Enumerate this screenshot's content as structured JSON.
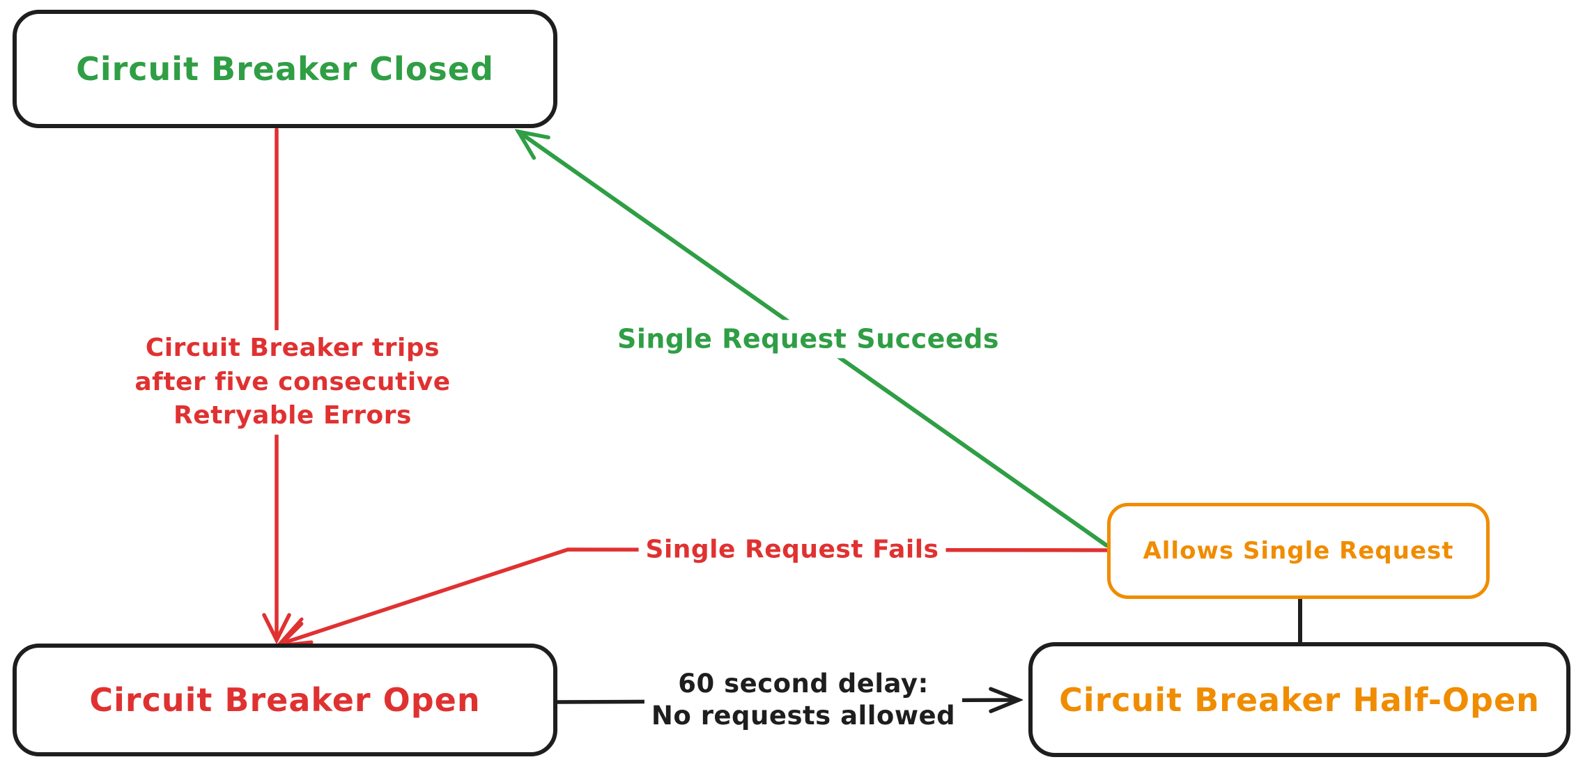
{
  "diagram": {
    "colors": {
      "green": "#2f9e44",
      "red": "#e03131",
      "orange": "#f08c00",
      "stroke_black": "#1e1e1e",
      "background": "#ffffff"
    },
    "nodes": {
      "closed": {
        "label": "Circuit Breaker Closed"
      },
      "open": {
        "label": "Circuit Breaker Open"
      },
      "half_open": {
        "label": "Circuit Breaker Half-Open"
      },
      "allows": {
        "label": "Allows Single Request"
      }
    },
    "edges": {
      "trip": {
        "from": "closed",
        "to": "open",
        "color": "#e03131",
        "label_lines": [
          "Circuit Breaker trips",
          "after five consecutive",
          "Retryable Errors"
        ]
      },
      "succeeds": {
        "from": "allows",
        "to": "closed",
        "color": "#2f9e44",
        "label": "Single Request Succeeds"
      },
      "fails": {
        "from": "allows",
        "to": "open",
        "color": "#e03131",
        "label": "Single Request Fails"
      },
      "delay": {
        "from": "open",
        "to": "half_open",
        "color": "#1e1e1e",
        "label_lines": [
          "60 second delay:",
          "No requests allowed"
        ]
      },
      "half_open_allows": {
        "from": "allows",
        "to": "half_open",
        "color": "#1e1e1e",
        "label": ""
      }
    }
  }
}
